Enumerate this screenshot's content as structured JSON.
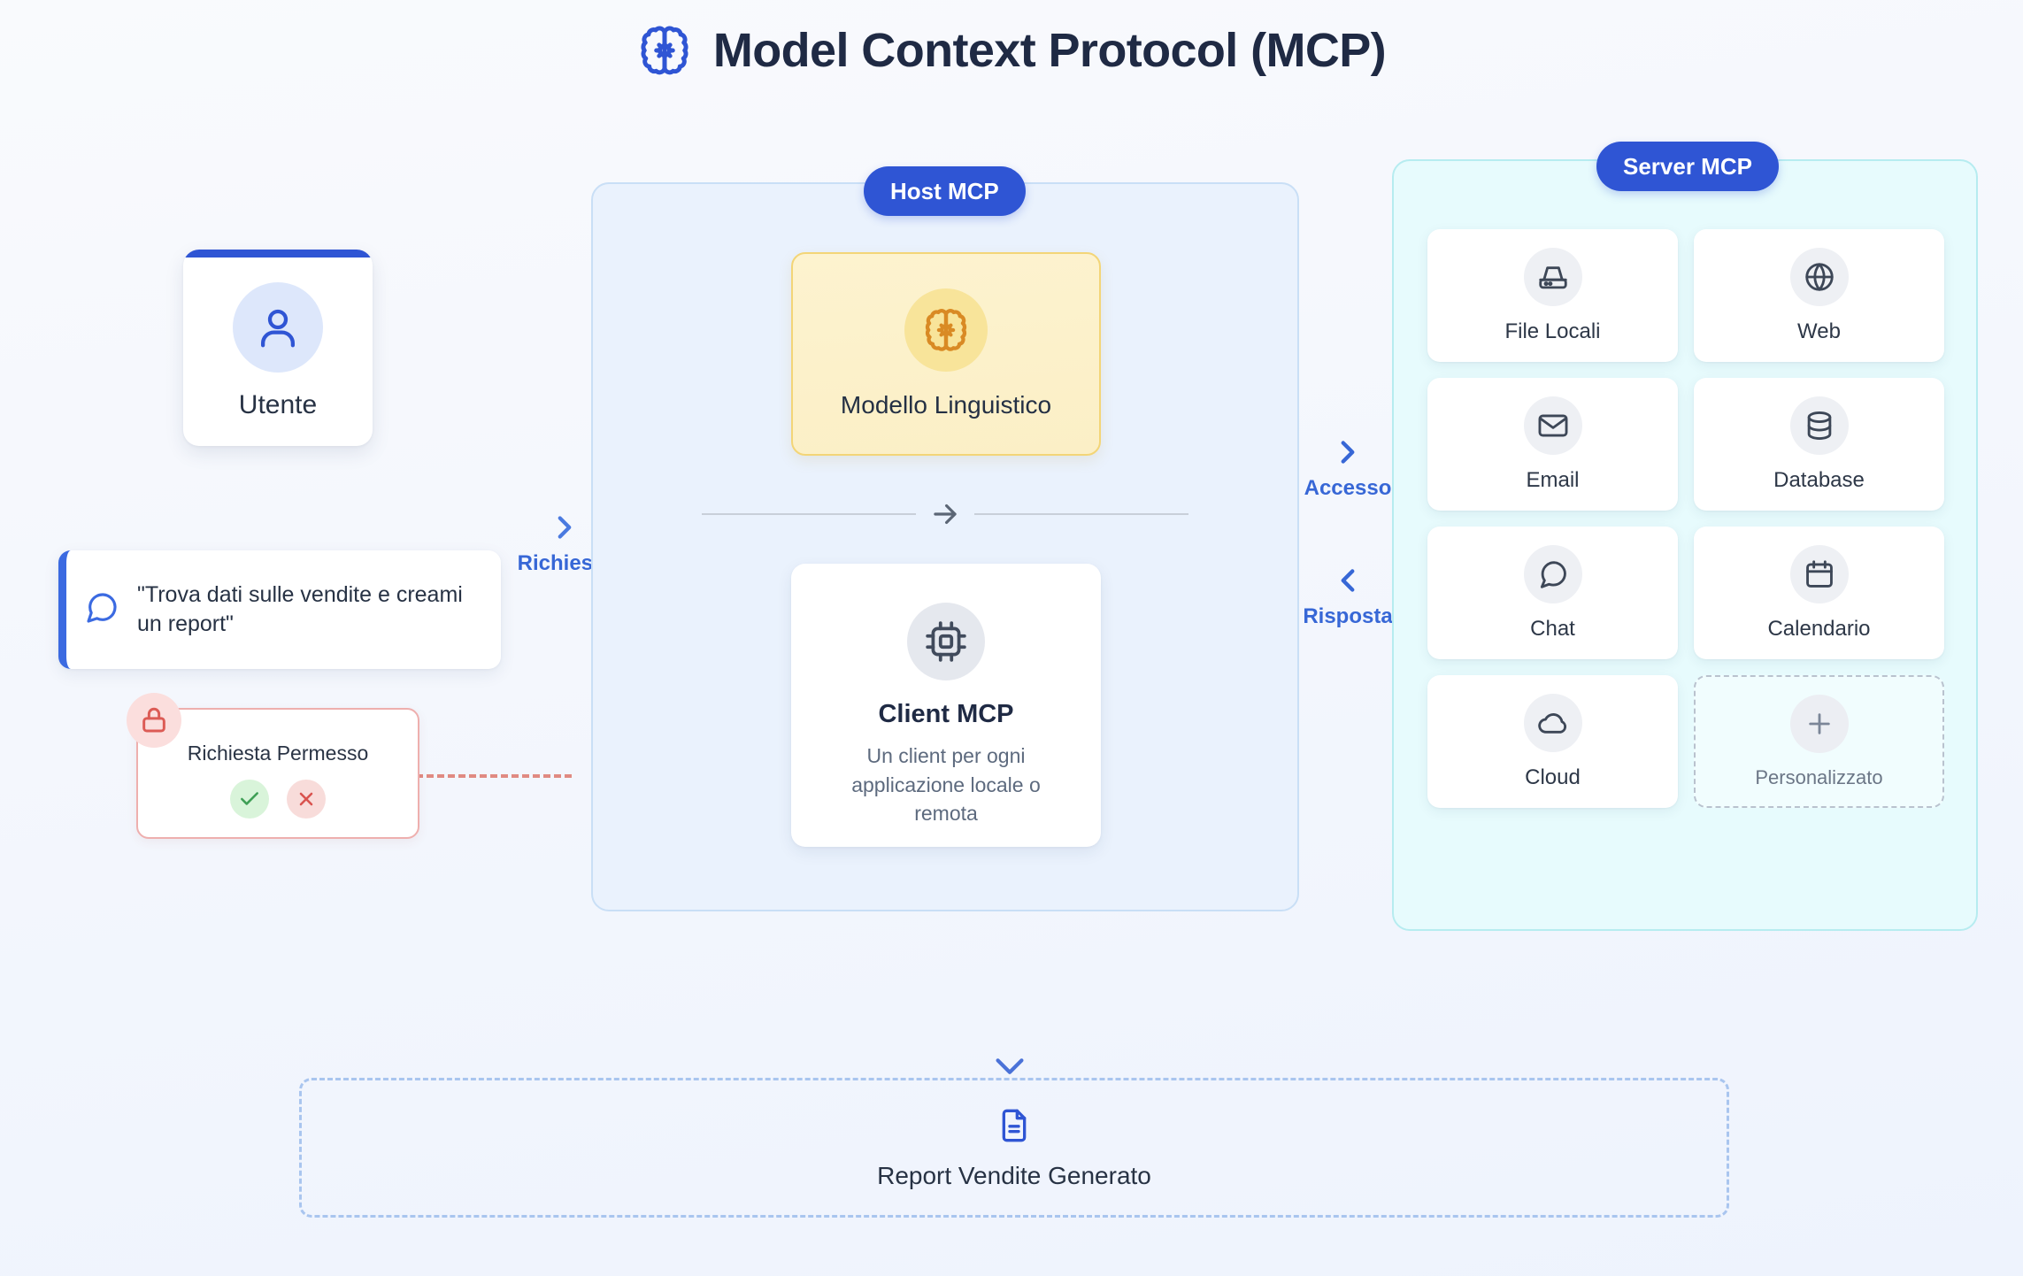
{
  "header": {
    "title": "Model Context Protocol (MCP)",
    "icon": "brain-cog-icon"
  },
  "colors": {
    "accent_blue": "#2f55d4",
    "link_blue": "#3767d6",
    "llm_yellow": "#f3d577",
    "llm_icon_orange": "#d98a24",
    "server_cyan": "#b6ecf0",
    "permission_red": "#e08a82",
    "approve_green": "#3f9f56",
    "deny_red": "#d9534f"
  },
  "user": {
    "card_label": "Utente",
    "avatar_icon": "user-icon",
    "prompt": {
      "icon": "message-square-icon",
      "text": "\"Trova dati sulle vendite e creami un report\""
    },
    "permission": {
      "lock_icon": "lock-icon",
      "title": "Richiesta Permesso",
      "approve_icon": "check-icon",
      "deny_icon": "x-icon"
    }
  },
  "connectors": {
    "request": {
      "label": "Richiesta",
      "icon": "chevron-right-icon"
    },
    "access": {
      "label": "Accesso",
      "icon": "chevron-right-icon"
    },
    "response": {
      "label": "Risposta",
      "icon": "chevron-left-icon"
    },
    "flow_arrow_icon": "arrow-right-icon"
  },
  "host": {
    "badge": "Host MCP",
    "llm": {
      "icon": "brain-cog-icon",
      "label": "Modello Linguistico"
    },
    "client": {
      "icon": "cpu-chip-icon",
      "title": "Client MCP",
      "description": "Un client per ogni applicazione locale o remota"
    }
  },
  "server": {
    "badge": "Server MCP",
    "items": [
      {
        "label": "File Locali",
        "icon": "hard-drive-icon",
        "dashed": false
      },
      {
        "label": "Web",
        "icon": "globe-icon",
        "dashed": false
      },
      {
        "label": "Email",
        "icon": "mail-icon",
        "dashed": false
      },
      {
        "label": "Database",
        "icon": "database-icon",
        "dashed": false
      },
      {
        "label": "Chat",
        "icon": "message-circle-icon",
        "dashed": false
      },
      {
        "label": "Calendario",
        "icon": "calendar-icon",
        "dashed": false
      },
      {
        "label": "Cloud",
        "icon": "cloud-icon",
        "dashed": false
      },
      {
        "label": "Personalizzato",
        "icon": "plus-icon",
        "dashed": true
      }
    ]
  },
  "output": {
    "chevron_icon": "chevron-down-icon",
    "icon": "file-text-icon",
    "label": "Report Vendite Generato"
  }
}
